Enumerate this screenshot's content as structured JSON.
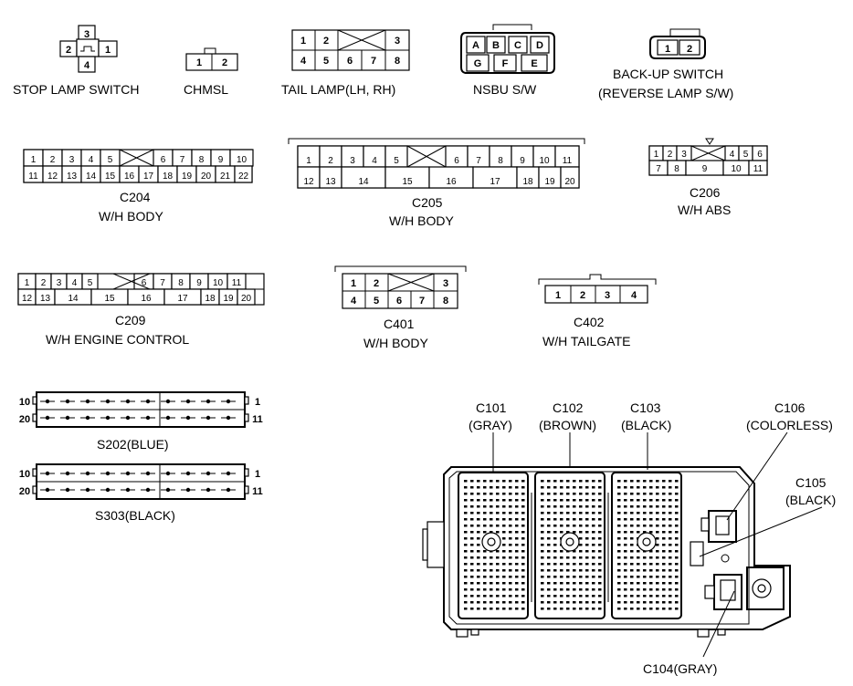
{
  "connectors": {
    "stop_lamp_switch": {
      "label": "STOP LAMP SWITCH",
      "pins": [
        "3",
        "2",
        "1",
        "4"
      ]
    },
    "chmsl": {
      "label": "CHMSL",
      "pins": [
        "1",
        "2"
      ]
    },
    "tail_lamp": {
      "label": "TAIL LAMP(LH, RH)",
      "top": [
        "1",
        "2",
        "3"
      ],
      "bottom": [
        "4",
        "5",
        "6",
        "7",
        "8"
      ]
    },
    "nsbu": {
      "label": "NSBU S/W",
      "top": [
        "A",
        "B",
        "C",
        "D"
      ],
      "bottom": [
        "G",
        "F",
        "E"
      ]
    },
    "backup": {
      "label_line1": "BACK-UP SWITCH",
      "label_line2": "(REVERSE LAMP S/W)",
      "pins": [
        "1",
        "2"
      ]
    },
    "c204": {
      "label_line1": "C204",
      "label_line2": "W/H BODY",
      "top": [
        "1",
        "2",
        "3",
        "4",
        "5",
        "6",
        "7",
        "8",
        "9",
        "10"
      ],
      "bottom": [
        "11",
        "12",
        "13",
        "14",
        "15",
        "16",
        "17",
        "18",
        "19",
        "20",
        "21",
        "22"
      ]
    },
    "c205": {
      "label_line1": "C205",
      "label_line2": "W/H BODY",
      "top": [
        "1",
        "2",
        "3",
        "4",
        "5",
        "6",
        "7",
        "8",
        "9",
        "10",
        "11"
      ],
      "bottom": [
        "12",
        "13",
        "14",
        "15",
        "16",
        "17",
        "18",
        "19",
        "20"
      ]
    },
    "c206": {
      "label_line1": "C206",
      "label_line2": "W/H ABS",
      "top": [
        "1",
        "2",
        "3",
        "4",
        "5",
        "6"
      ],
      "bottom": [
        "7",
        "8",
        "9",
        "10",
        "11"
      ]
    },
    "c209": {
      "label_line1": "C209",
      "label_line2": "W/H ENGINE CONTROL",
      "top": [
        "1",
        "2",
        "3",
        "4",
        "5",
        "6",
        "7",
        "8",
        "9",
        "10",
        "11"
      ],
      "bottom": [
        "12",
        "13",
        "14",
        "15",
        "16",
        "17",
        "18",
        "19",
        "20"
      ]
    },
    "c401": {
      "label_line1": "C401",
      "label_line2": "W/H BODY",
      "top": [
        "1",
        "2",
        "3"
      ],
      "bottom": [
        "4",
        "5",
        "6",
        "7",
        "8"
      ]
    },
    "c402": {
      "label_line1": "C402",
      "label_line2": "W/H TAILGATE",
      "pins": [
        "1",
        "2",
        "3",
        "4"
      ]
    },
    "s202": {
      "label": "S202(BLUE)",
      "left_top": "10",
      "left_bottom": "20",
      "right_top": "1",
      "right_bottom": "11"
    },
    "s303": {
      "label": "S303(BLACK)",
      "left_top": "10",
      "left_bottom": "20",
      "right_top": "1",
      "right_bottom": "11"
    }
  },
  "junction_box": {
    "c101": {
      "line1": "C101",
      "line2": "(GRAY)"
    },
    "c102": {
      "line1": "C102",
      "line2": "(BROWN)"
    },
    "c103": {
      "line1": "C103",
      "line2": "(BLACK)"
    },
    "c106": {
      "line1": "C106",
      "line2": "(COLORLESS)"
    },
    "c105": {
      "line1": "C105",
      "line2": "(BLACK)"
    },
    "c104": {
      "line1": "C104(GRAY)"
    }
  }
}
